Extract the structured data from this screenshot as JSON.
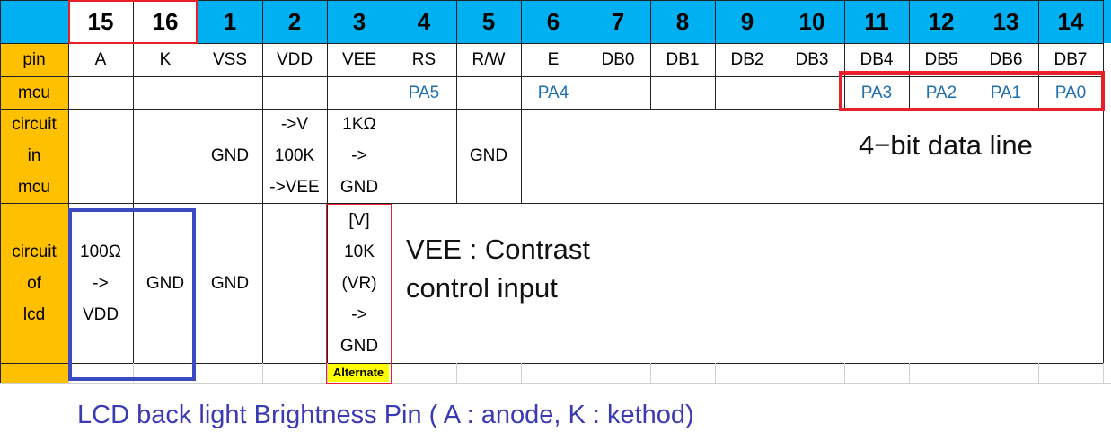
{
  "colors": {
    "header_blue": "#00b0f0",
    "label_orange": "#ffc000",
    "mcu_blue": "#1f6fb0",
    "red_outline": "#e8202a",
    "blue_outline": "#3b4bbf",
    "alternate_yellow": "#ffff00"
  },
  "header": [
    "15",
    "16",
    "1",
    "2",
    "3",
    "4",
    "5",
    "6",
    "7",
    "8",
    "9",
    "10",
    "11",
    "12",
    "13",
    "14"
  ],
  "rows": [
    {
      "label": "pin",
      "cells": [
        "A",
        "K",
        "VSS",
        "VDD",
        "VEE",
        "RS",
        "R/W",
        "E",
        "DB0",
        "DB1",
        "DB2",
        "DB3",
        "DB4",
        "DB5",
        "DB6",
        "DB7"
      ]
    },
    {
      "label": "mcu",
      "cells": [
        "",
        "",
        "",
        "",
        "",
        "PA5",
        "",
        "PA4",
        "",
        "",
        "",
        "",
        "PA3",
        "PA2",
        "PA1",
        "PA0"
      ]
    },
    {
      "label": "circuit\nin\nmcu",
      "cells": [
        "",
        "",
        "GND",
        "->V\n100K\n->VEE",
        "1KΩ\n->\nGND",
        "",
        "GND"
      ]
    },
    {
      "label": "circuit\nof\nlcd",
      "cells": [
        "100Ω\n->\nVDD",
        "GND",
        "GND",
        "",
        "[V]\n10K\n(VR)\n->\nGND"
      ]
    }
  ],
  "notes": {
    "data_line": "4−bit data line",
    "vee_line1": "VEE : Contrast",
    "vee_line2": "control input",
    "alternate": "Alternate",
    "caption": "LCD back light Brightness Pin ( A : anode, K : kethod)"
  }
}
